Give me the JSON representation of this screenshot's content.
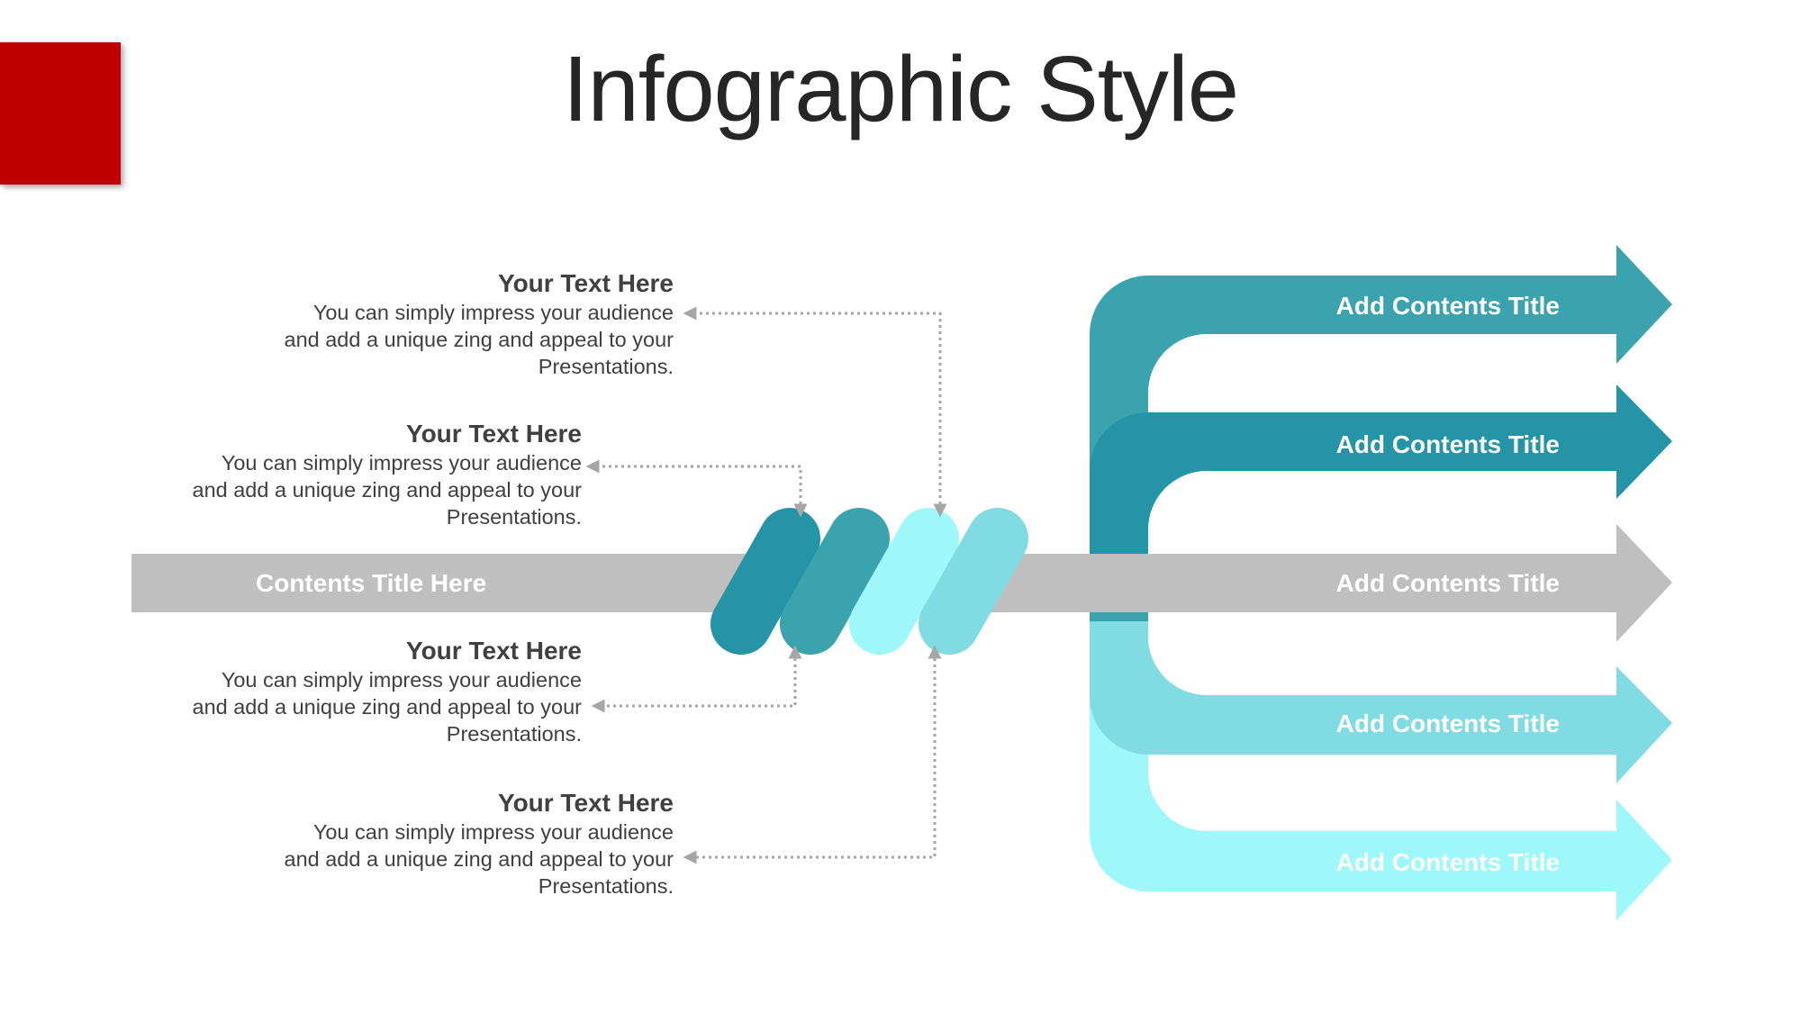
{
  "slide": {
    "title": "Infographic Style",
    "main_arrow_label": "Contents Title Here"
  },
  "text_blocks": [
    {
      "head": "Your Text Here",
      "lines": [
        "You can simply impress your audience",
        "and add a unique zing and appeal to your",
        "Presentations."
      ]
    },
    {
      "head": "Your Text Here",
      "lines": [
        "You can simply impress your audience",
        "and add a unique zing and appeal to your",
        "Presentations."
      ]
    },
    {
      "head": "Your Text Here",
      "lines": [
        "You can simply impress your audience",
        "and add a unique zing and appeal to your",
        "Presentations."
      ]
    },
    {
      "head": "Your Text Here",
      "lines": [
        "You can simply impress your audience",
        "and add a unique zing and appeal to your",
        "Presentations."
      ]
    }
  ],
  "arrows": [
    {
      "label": "Add Contents Title",
      "color": "#3aa3ad"
    },
    {
      "label": "Add Contents Title",
      "color": "#2494a6"
    },
    {
      "label": "Add Contents Title",
      "color": "#bfbfbf"
    },
    {
      "label": "Add Contents Title",
      "color": "#80dbe2"
    },
    {
      "label": "Add Contents Title",
      "color": "#9ef8fa"
    }
  ],
  "colors": {
    "accent_red": "#c00000",
    "grey": "#bfbfbf",
    "teal_dark": "#2494a6",
    "teal_mid": "#3aa3ad",
    "cyan_light": "#9ef8fa",
    "cyan_mid": "#80dbe2",
    "connector": "#a6a6a6"
  }
}
